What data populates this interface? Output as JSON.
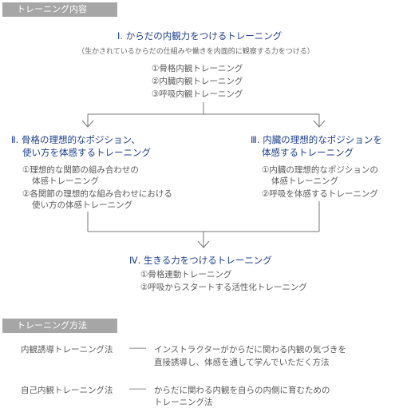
{
  "section1": {
    "label": "トレーニング内容"
  },
  "top_node": {
    "title": "Ⅰ. からだの内観力をつけるトレーニング",
    "subtitle": "（生かされているからだの仕組みや働きを内面的に観察する力をつける）",
    "items": [
      "①骨格内観トレーニング",
      "②内臓内観トレーニング",
      "③呼吸内観トレーニング"
    ]
  },
  "left_node": {
    "title_lines": [
      "Ⅱ. 骨格の理想的なポジション、",
      "使い方を体感するトレーニング"
    ],
    "items": [
      [
        "①理想的な関節の組み合わせの",
        "体感トレーニング"
      ],
      [
        "②各関節の理想的な組み合わせにおける",
        "使い方の体感トレーニング"
      ]
    ]
  },
  "right_node": {
    "title_lines": [
      "Ⅲ. 内臓の理想的なポジションを",
      "体感するトレーニング"
    ],
    "items": [
      [
        "①内臓の理想的なポジションの",
        "体感トレーニング"
      ],
      [
        "②呼吸を体感するトレーニング"
      ]
    ]
  },
  "bottom_node": {
    "title": "Ⅳ. 生きる力をつけるトレーニング",
    "items": [
      "①骨格連動トレーニング",
      "②呼吸からスタートする活性化トレーニング"
    ]
  },
  "section2": {
    "label": "トレーニング方法"
  },
  "methods": [
    {
      "name": "内観誘導トレーニング法",
      "desc_lines": [
        "インストラクターがからだに関わる内観の気づきを",
        "直接誘導し、体感を通して学んでいただく方法"
      ]
    },
    {
      "name": "自己内観トレーニング法",
      "desc_lines": [
        "からだに関わる内観を自らの内側に育むための",
        "トレーニング法"
      ]
    }
  ]
}
